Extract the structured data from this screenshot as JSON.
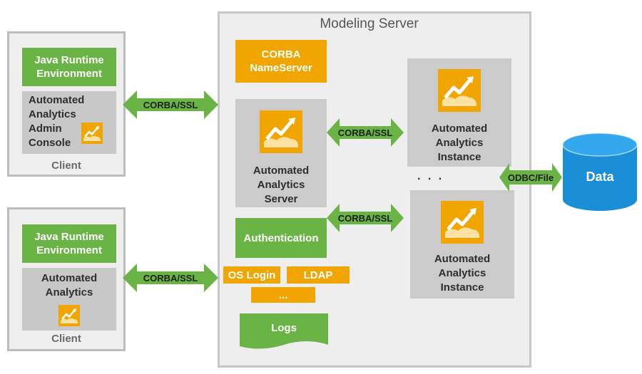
{
  "clients": [
    {
      "jre_label": "Java Runtime Environment",
      "app_lines": [
        "Automated",
        "Analytics",
        "Admin",
        "Console"
      ],
      "footer": "Client"
    },
    {
      "jre_label": "Java Runtime Environment",
      "app_lines": [
        "Automated",
        "Analytics"
      ],
      "footer": "Client"
    }
  ],
  "connections": {
    "client1_server": "CORBA/SSL",
    "client2_server": "CORBA/SSL",
    "server_instance1": "CORBA/SSL",
    "auth_instance2": "CORBA/SSL",
    "instance_data": "ODBC/File"
  },
  "modeling_server": {
    "title": "Modeling Server",
    "nameserver": "CORBA NameServer",
    "analytics_server": [
      "Automated",
      "Analytics",
      "Server"
    ],
    "authentication": "Authentication",
    "auth_methods": [
      "OS Login",
      "LDAP",
      "..."
    ],
    "logs": "Logs"
  },
  "instances": [
    {
      "lines": [
        "Automated",
        "Analytics",
        "Instance"
      ]
    },
    {
      "lines": [
        "Automated",
        "Analytics",
        "Instance"
      ]
    }
  ],
  "instances_ellipsis": ". . .",
  "data_store": {
    "label": "Data"
  },
  "colors": {
    "green": "#6ab345",
    "orange": "#f0a500",
    "blue": "#1a8fd8",
    "frame_gray": "#bdbdbd"
  }
}
